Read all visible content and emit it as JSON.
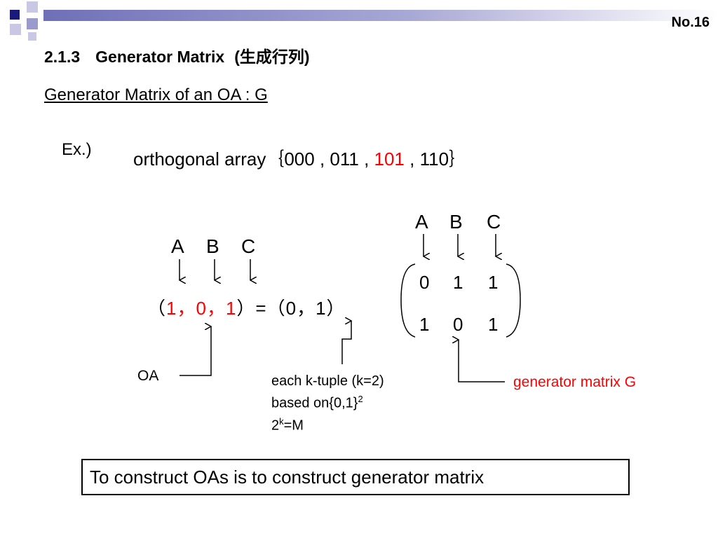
{
  "slide": {
    "number": "No.16",
    "title_number": "2.1.3",
    "title_main": "Generator Matrix",
    "title_paren": "(生成行列)",
    "subtitle": "Generator Matrix of an OA : G"
  },
  "example": {
    "label": "Ex.)",
    "oa_prefix": "orthogonal array｛000 , 011 , ",
    "oa_highlight": "101",
    "oa_suffix": " , 110｝"
  },
  "diagram": {
    "columns": [
      "A",
      "B",
      "C"
    ],
    "lhs_open": "（",
    "lhs_values": [
      "1，",
      "0，",
      "1"
    ],
    "lhs_close": "）=（",
    "tuple": "0，1",
    "tuple_close": "）",
    "matrix_rows": [
      [
        "0",
        "1",
        "1"
      ],
      [
        "1",
        "0",
        "1"
      ]
    ],
    "oa_label": "OA",
    "note_line1": "each k-tuple (k=2)",
    "note_line2_prefix": "based on",
    "note_line2_set": "{0,1}",
    "note_line2_exp": "2",
    "note_line3_base": "2",
    "note_line3_exp": "k",
    "note_line3_rest": "=M",
    "generator_label": "generator matrix G"
  },
  "conclusion": "To construct OAs is to construct generator matrix",
  "colors": {
    "highlight": "#ff0000",
    "header_bar": "#6f6fb8"
  }
}
